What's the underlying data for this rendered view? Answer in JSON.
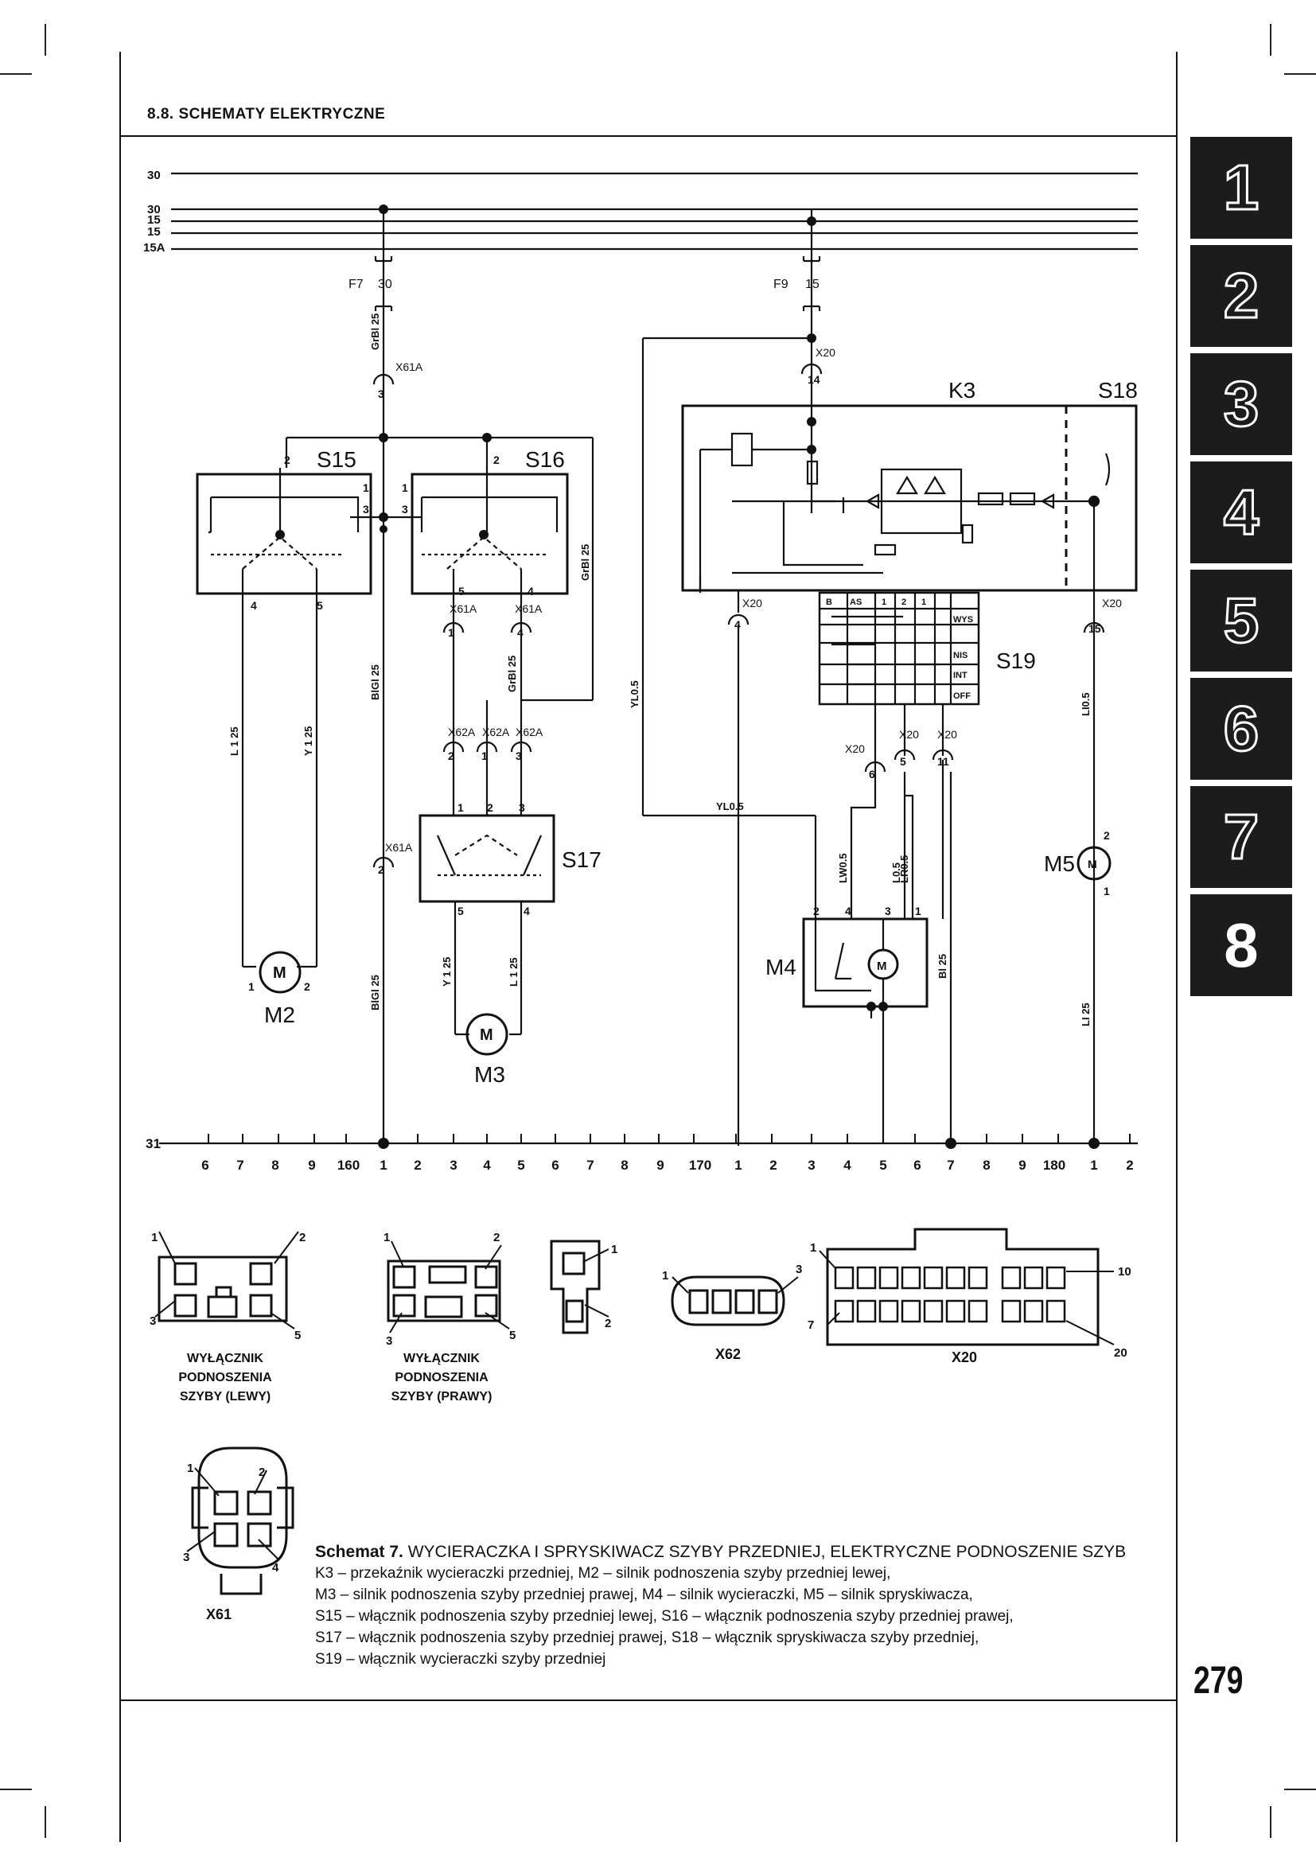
{
  "header": {
    "section_title": "8.8. SCHEMATY ELEKTRYCZNE"
  },
  "chapter_tabs": [
    "1",
    "2",
    "3",
    "4",
    "5",
    "6",
    "7",
    "8"
  ],
  "active_tab": "8",
  "page_number": "279",
  "diagram": {
    "rails": [
      "30",
      "30",
      "15",
      "15",
      "15A",
      "31"
    ],
    "fuses": [
      {
        "name": "F7",
        "value": "30"
      },
      {
        "name": "F9",
        "value": "15"
      }
    ],
    "components": {
      "K3": "K3",
      "S18": "S18",
      "S15": "S15",
      "S16": "S16",
      "S17": "S17",
      "S19": "S19",
      "M2": "M2",
      "M3": "M3",
      "M4": "M4",
      "M5": "M5"
    },
    "connectors": [
      "X61A",
      "X62A",
      "X20"
    ],
    "wires": {
      "w_grbl_left": "GrBl 25",
      "w_blgl_left": "BlGl 25",
      "w_blgl_left2": "BlGl 25",
      "w_l_left": "L 1 25",
      "w_y_left": "Y 1 25",
      "w_grbl_mid": "GrBl 25",
      "w_grbl_right": "GrBl 25",
      "w_y_m3": "Y 1 25",
      "w_l_m3": "L 1 25",
      "w_yl_vert": "YL0.5",
      "w_yl_horiz": "YL0.5",
      "w_lwo": "LW0.5",
      "w_lo": "L0.5",
      "w_lro": "LR0.5",
      "w_bl_m4": "Bl 25",
      "w_lio_m5": "LI0.5",
      "w_ll_m5": "LI 25"
    },
    "s19_labels": [
      "B",
      "AS",
      "1",
      "2",
      "1",
      "WYS",
      "NIS",
      "INT",
      "OFF"
    ],
    "ground_numbers": [
      "6",
      "7",
      "8",
      "9",
      "160",
      "1",
      "2",
      "3",
      "4",
      "5",
      "6",
      "7",
      "8",
      "9",
      "170",
      "1",
      "2",
      "3",
      "4",
      "5",
      "6",
      "7",
      "8",
      "9",
      "180",
      "1",
      "2"
    ],
    "connector_views": [
      {
        "id": "lewy",
        "lines": [
          "WYŁĄCZNIK",
          "PODNOSZENIA",
          "SZYBY (LEWY)"
        ]
      },
      {
        "id": "prawy",
        "lines": [
          "WYŁĄCZNIK",
          "PODNOSZENIA",
          "SZYBY (PRAWY)"
        ]
      },
      {
        "id": "x62",
        "lines": [
          "X62"
        ]
      },
      {
        "id": "x20",
        "lines": [
          "X20"
        ]
      },
      {
        "id": "x61",
        "lines": [
          "X61"
        ]
      }
    ]
  },
  "caption": {
    "label": "Schemat 7.",
    "title": "WYCIERACZKA I SPRYSKIWACZ SZYBY PRZEDNIEJ, ELEKTRYCZNE PODNOSZENIE SZYB",
    "lines": [
      "K3  – przekaźnik wycieraczki przedniej, M2 – silnik podnoszenia szyby przedniej lewej,",
      "M3  – silnik podnoszenia szyby przedniej prawej, M4 – silnik wycieraczki, M5 – silnik spryskiwacza,",
      "S15 – włącznik podnoszenia szyby przedniej lewej, S16 – włącznik podnoszenia szyby przedniej prawej,",
      "S17 – włącznik podnoszenia szyby przedniej prawej, S18 – włącznik spryskiwacza szyby przedniej,",
      "S19 – włącznik wycieraczki szyby przedniej"
    ]
  }
}
